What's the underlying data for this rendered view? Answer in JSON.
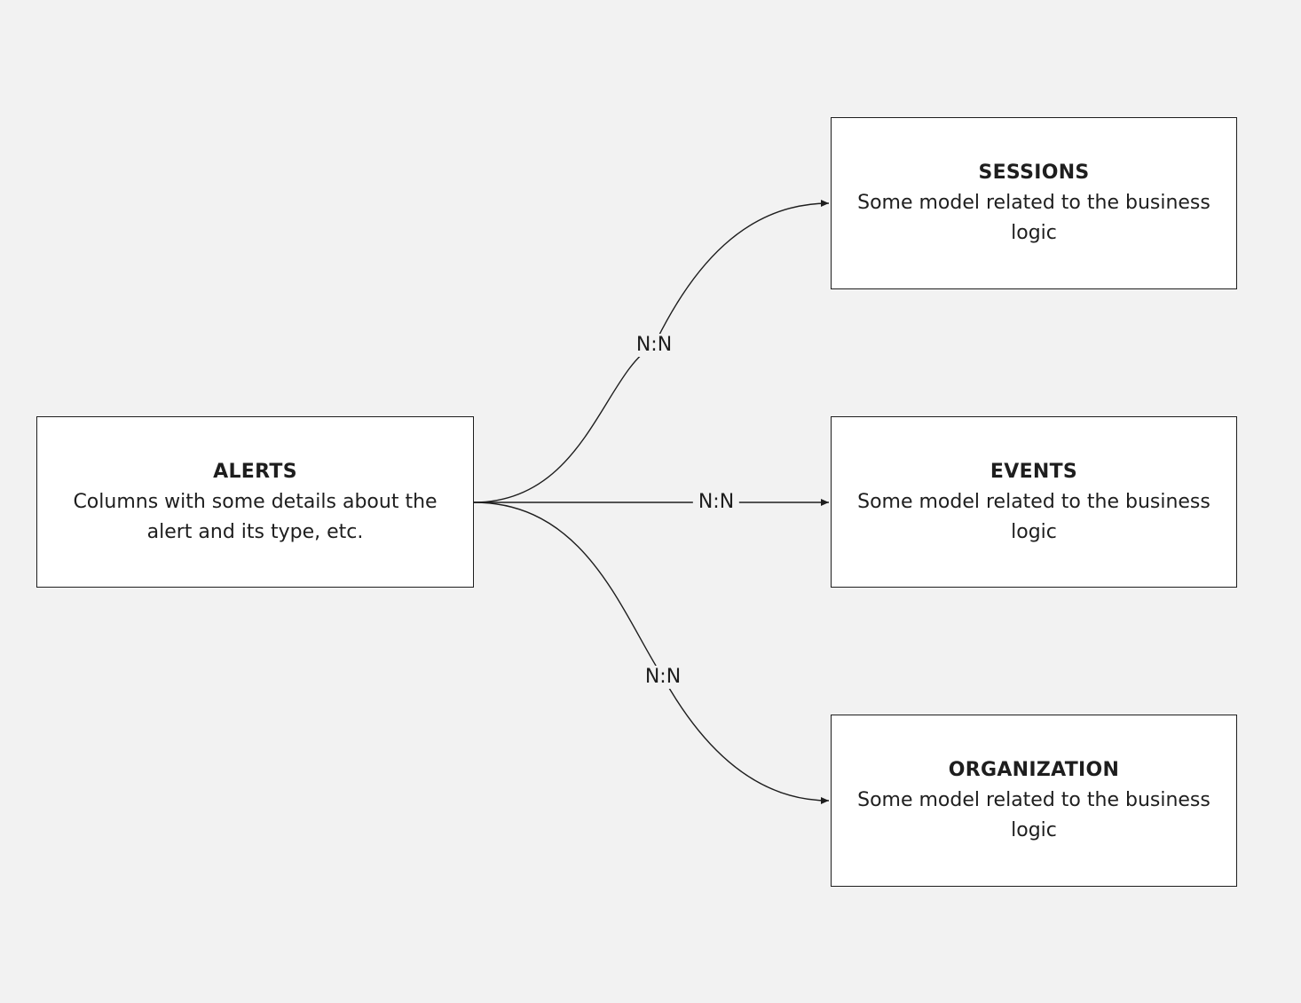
{
  "diagram": {
    "nodes": {
      "alerts": {
        "title": "ALERTS",
        "description": "Columns with some details about the alert and its type, etc."
      },
      "sessions": {
        "title": "SESSIONS",
        "description": "Some model related to the business logic"
      },
      "events": {
        "title": "EVENTS",
        "description": "Some model related to the business logic"
      },
      "organization": {
        "title": "ORGANIZATION",
        "description": "Some model related to the business logic"
      }
    },
    "edges": {
      "alerts_sessions": {
        "from": "ALERTS",
        "to": "SESSIONS",
        "label": "N:N"
      },
      "alerts_events": {
        "from": "ALERTS",
        "to": "EVENTS",
        "label": "N:N"
      },
      "alerts_organization": {
        "from": "ALERTS",
        "to": "ORGANIZATION",
        "label": "N:N"
      }
    }
  },
  "colors": {
    "background": "#f2f2f2",
    "node_fill": "#ffffff",
    "stroke": "#1e1e1e"
  }
}
